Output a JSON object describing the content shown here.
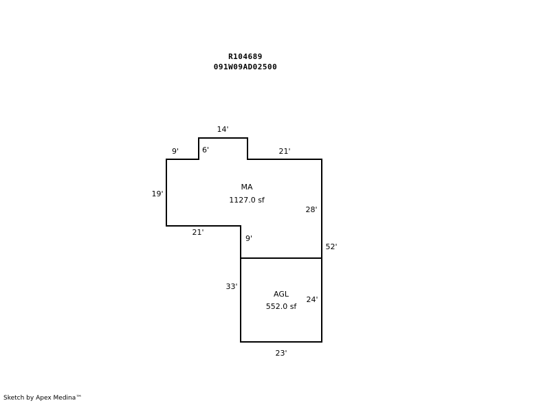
{
  "header": {
    "parcel_id": "R104689",
    "map_number": "091W09AD02500"
  },
  "areas": {
    "main": {
      "code": "MA",
      "area": "1127.0 sf"
    },
    "garage": {
      "code": "AGL",
      "area": "552.0 sf"
    }
  },
  "dimensions": {
    "top_bump": "14'",
    "left_upper": "9'",
    "bump_left": "6'",
    "top_right": "21'",
    "left_side": "19'",
    "main_right": "28'",
    "bottom_left": "21'",
    "inner_step": "9'",
    "full_right": "52'",
    "garage_left": "33'",
    "garage_right": "24'",
    "garage_bottom": "23'"
  },
  "footer": {
    "credit": "Sketch by Apex Medina™"
  }
}
